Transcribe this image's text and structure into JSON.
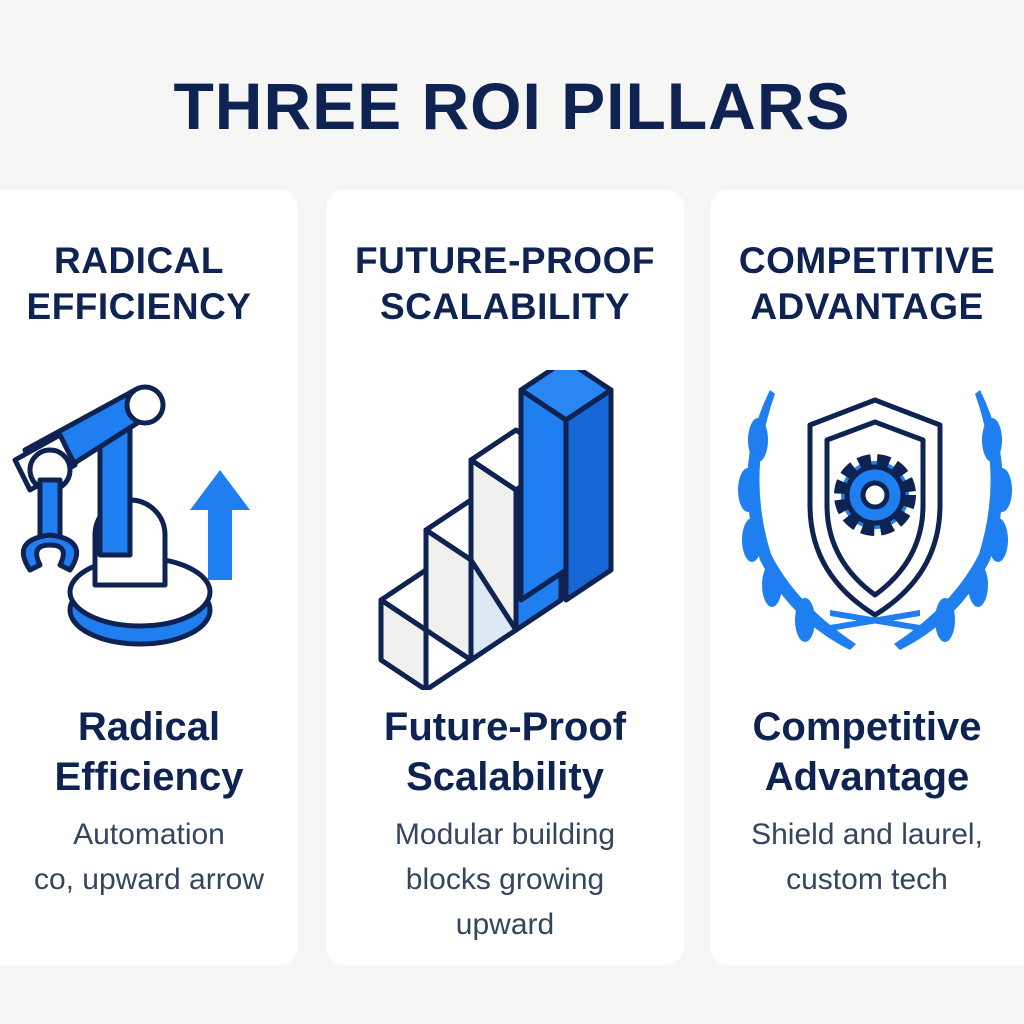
{
  "title": "THREE ROI PILLARS",
  "colors": {
    "navy": "#0e2352",
    "blue": "#1f7ff0",
    "text": "#34455e"
  },
  "pillars": [
    {
      "caption": "RADICAL EFFICIENCY",
      "name": "Radical Efficiency",
      "description": "Automation\nco, upward arrow",
      "icon": "robot-arm-icon"
    },
    {
      "caption": "FUTURE-PROOF SCALABILITY",
      "name": "Future-Proof Scalability",
      "description": "Modular building\nblocks growing\nupward",
      "icon": "building-blocks-icon"
    },
    {
      "caption": "COMPETITIVE ADVANTAGE",
      "name": "Competitive Advantage",
      "description": "Shield and laurel,\ncustom tech",
      "icon": "shield-laurel-icon"
    }
  ]
}
